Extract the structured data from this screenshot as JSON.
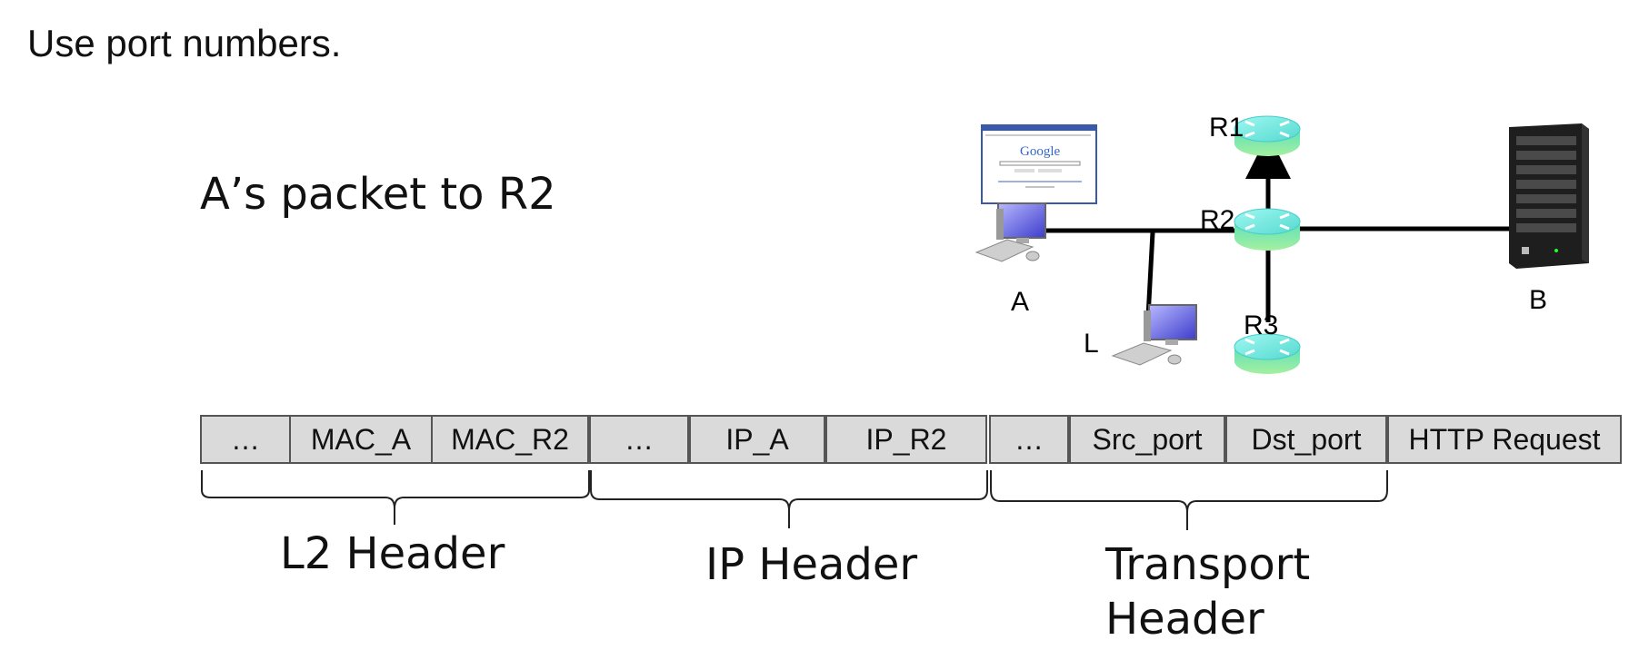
{
  "page": {
    "title": "Use port numbers.",
    "heading": "A’s packet to R2"
  },
  "network": {
    "nodes": {
      "A": "A",
      "L": "L",
      "B": "B",
      "R1": "R1",
      "R2": "R2",
      "R3": "R3"
    },
    "browser_logo": "Google"
  },
  "packet": {
    "fields": [
      "…",
      "MAC_A",
      "MAC_R2",
      "…",
      "IP_A",
      "IP_R2",
      "…",
      "Src_port",
      "Dst_port",
      "HTTP Request"
    ]
  },
  "headers": {
    "l2": "L2 Header",
    "ip": "IP Header",
    "transport": "Transport Header"
  },
  "colors": {
    "router": "#66e0d8",
    "field_fill": "#dadada",
    "link": "#000000"
  }
}
